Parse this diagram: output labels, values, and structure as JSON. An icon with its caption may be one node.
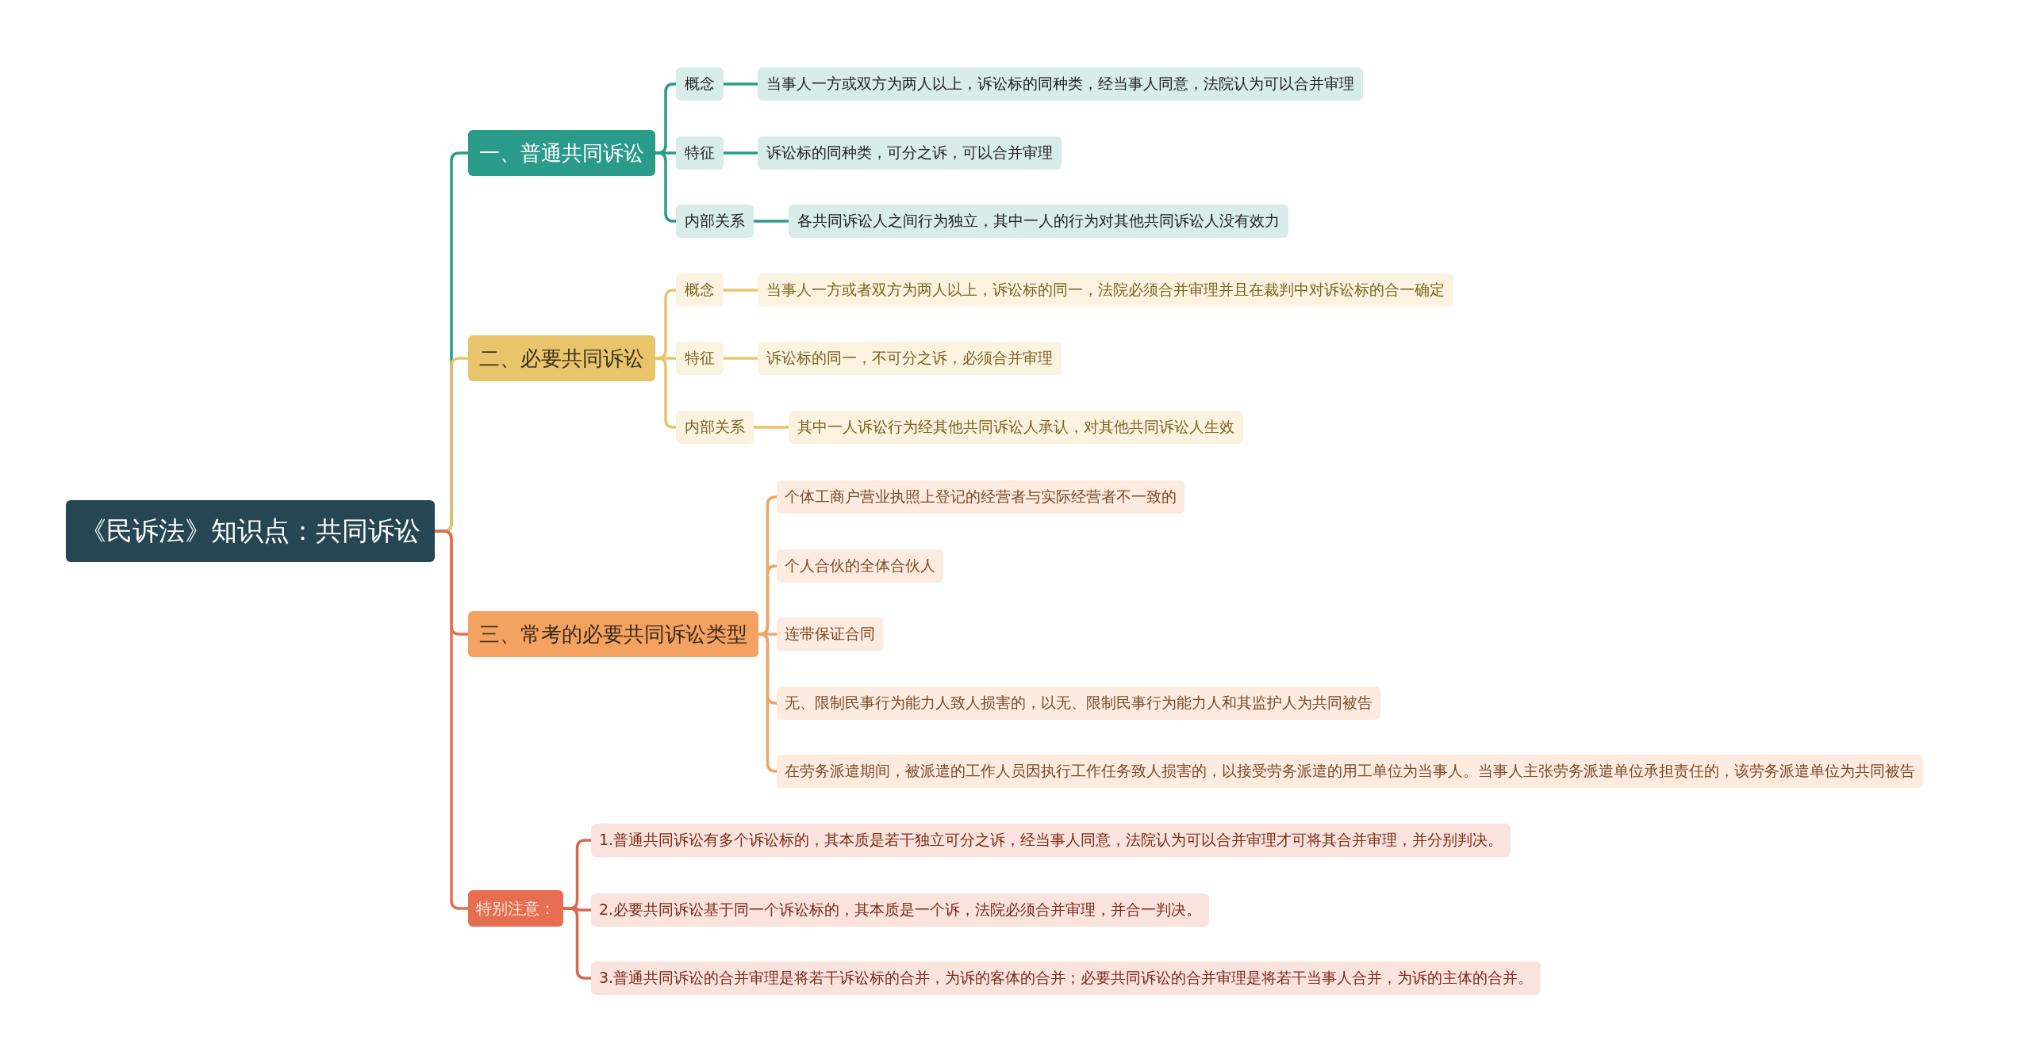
{
  "diagram": {
    "nodes": [
      {
        "text": [
          "《民诉法》知识点：共同诉讼"
        ]
      },
      {
        "text": [
          "一、普通共同诉讼"
        ]
      },
      {
        "text": [
          "概念"
        ]
      },
      {
        "text": [
          "当事人一方或双方为两人以上，诉讼标的同种类，经当事人同意，法院认为可以合并审理"
        ]
      },
      {
        "text": [
          "特征"
        ]
      },
      {
        "text": [
          "诉讼标的同种类，可分之诉，可以合并审理"
        ]
      },
      {
        "text": [
          "内部关系"
        ]
      },
      {
        "text": [
          "各共同诉讼人之间行为独立，其中一人的行为对其他共同诉讼人没有效力"
        ]
      },
      {
        "text": [
          "二、必要共同诉讼"
        ]
      },
      {
        "text": [
          "概念"
        ]
      },
      {
        "text": [
          "当事人一方或者双方为两人以上，诉讼标的同一，法院必须合并审理并且在裁判中对诉讼标的合一确定"
        ]
      },
      {
        "text": [
          "特征"
        ]
      },
      {
        "text": [
          "诉讼标的同一，不可分之诉，必须合并审理"
        ]
      },
      {
        "text": [
          "内部关系"
        ]
      },
      {
        "text": [
          "其中一人诉讼行为经其他共同诉讼人承认，对其他共同诉讼人生效"
        ]
      },
      {
        "text": [
          "三、常考的必要共同诉讼类型"
        ]
      },
      {
        "text": [
          "个体工商户营业执照上登记的经营者与实际经营者不一致的"
        ]
      },
      {
        "text": [
          "个人合伙的全体合伙人"
        ]
      },
      {
        "text": [
          "连带保证合同"
        ]
      },
      {
        "text": [
          "无、限制民事行为能力人致人损害的，以无、限制民事行为能力人和其监护人为共同被告"
        ]
      },
      {
        "text": [
          "在劳务派遣期间，被派遣的工作人员因执行工作任务致人损害的，以接受劳务派遣的用工单位为当事人。当事人主张劳务派遣单位承担责任的，该劳务派遣单位为共同被告"
        ]
      },
      {
        "text": [
          "特别注意："
        ]
      },
      {
        "text": [
          "1.普通共同诉讼有多个诉讼标的，其本质是若干独立可分之诉，经当事人同意，法院认为可以合并审理才可将其合并审理，并分别判决。"
        ]
      },
      {
        "text": [
          "2.必要共同诉讼基于同一个诉讼标的，其本质是一个诉，法院必须合并审理，并合一判决。"
        ]
      },
      {
        "text": [
          "3.普通共同诉讼的合并审理是将若干诉讼标的合并，为诉的客体的合并；必要共同诉讼的合并审理是将若干当事人合并，为诉的主体的合并。"
        ]
      }
    ],
    "edges": [
      {
        "from": 0,
        "to": 1,
        "arrow": "none",
        "color": "#2a9a8b"
      },
      {
        "from": 1,
        "to": 2,
        "arrow": "none",
        "color": "#2a9a8b"
      },
      {
        "from": 2,
        "to": 3,
        "arrow": "none",
        "color": "#2a9a8b"
      },
      {
        "from": 1,
        "to": 4,
        "arrow": "none",
        "color": "#2a9a8b"
      },
      {
        "from": 4,
        "to": 5,
        "arrow": "none",
        "color": "#2a9a8b"
      },
      {
        "from": 1,
        "to": 6,
        "arrow": "none",
        "color": "#2a9a8b"
      },
      {
        "from": 6,
        "to": 7,
        "arrow": "none",
        "color": "#2a9a8b"
      },
      {
        "from": 0,
        "to": 8,
        "arrow": "none",
        "color": "#e9c46a"
      },
      {
        "from": 8,
        "to": 9,
        "arrow": "none",
        "color": "#e9c46a"
      },
      {
        "from": 9,
        "to": 10,
        "arrow": "none",
        "color": "#e9c46a"
      },
      {
        "from": 8,
        "to": 11,
        "arrow": "none",
        "color": "#e9c46a"
      },
      {
        "from": 11,
        "to": 12,
        "arrow": "none",
        "color": "#e9c46a"
      },
      {
        "from": 8,
        "to": 13,
        "arrow": "none",
        "color": "#e9c46a"
      },
      {
        "from": 13,
        "to": 14,
        "arrow": "none",
        "color": "#e9c46a"
      },
      {
        "from": 0,
        "to": 15,
        "arrow": "none",
        "color": "#e2704f"
      },
      {
        "from": 15,
        "to": 16,
        "arrow": "none",
        "color": "#f0a463"
      },
      {
        "from": 15,
        "to": 17,
        "arrow": "none",
        "color": "#f0a463"
      },
      {
        "from": 15,
        "to": 18,
        "arrow": "none",
        "color": "#f0a463"
      },
      {
        "from": 15,
        "to": 19,
        "arrow": "none",
        "color": "#f0a463"
      },
      {
        "from": 15,
        "to": 20,
        "arrow": "none",
        "color": "#f0a463"
      },
      {
        "from": 0,
        "to": 21,
        "arrow": "none",
        "color": "#e2704f"
      },
      {
        "from": 21,
        "to": 22,
        "arrow": "none",
        "color": "#d9694c"
      },
      {
        "from": 21,
        "to": 23,
        "arrow": "none",
        "color": "#d9694c"
      },
      {
        "from": 21,
        "to": 24,
        "arrow": "none",
        "color": "#d9694c"
      }
    ]
  }
}
